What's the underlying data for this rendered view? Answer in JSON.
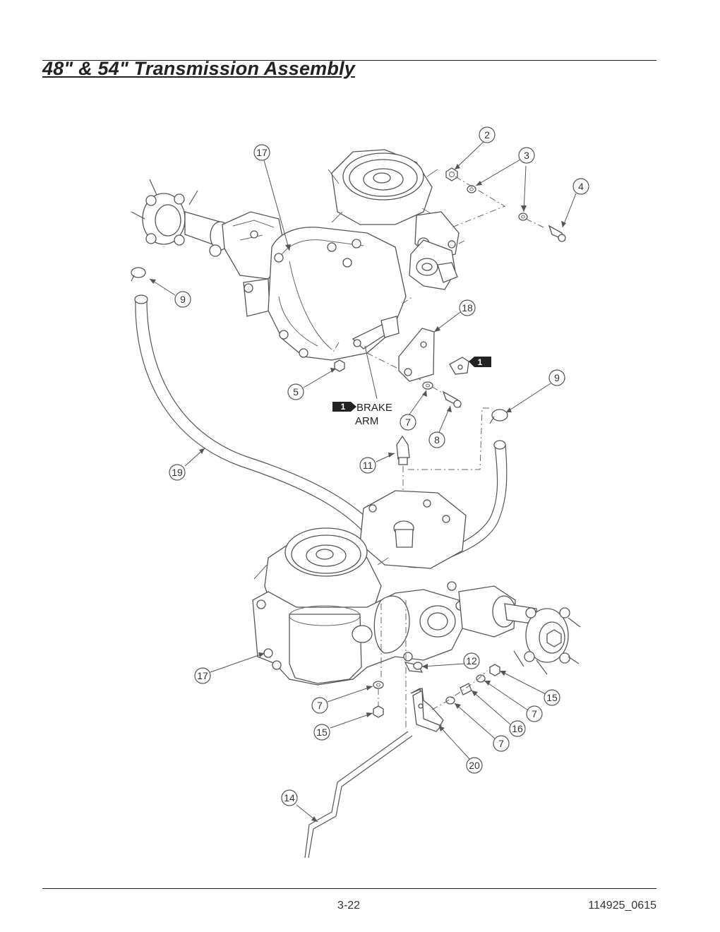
{
  "page": {
    "title": "48\" & 54\" Transmission Assembly",
    "page_number": "3-22",
    "doc_code": "114925_0615"
  },
  "diagram": {
    "callouts": [
      {
        "id": "c2",
        "label": "2"
      },
      {
        "id": "c3",
        "label": "3"
      },
      {
        "id": "c4",
        "label": "4"
      },
      {
        "id": "c17a",
        "label": "17"
      },
      {
        "id": "c9a",
        "label": "9"
      },
      {
        "id": "c18",
        "label": "18"
      },
      {
        "id": "c5",
        "label": "5"
      },
      {
        "id": "c7a",
        "label": "7"
      },
      {
        "id": "c8",
        "label": "8"
      },
      {
        "id": "c9b",
        "label": "9"
      },
      {
        "id": "c11",
        "label": "11"
      },
      {
        "id": "c19",
        "label": "19"
      },
      {
        "id": "c12",
        "label": "12"
      },
      {
        "id": "c17b",
        "label": "17"
      },
      {
        "id": "c7b",
        "label": "7"
      },
      {
        "id": "c15a",
        "label": "15"
      },
      {
        "id": "c15b",
        "label": "15"
      },
      {
        "id": "c7c",
        "label": "7"
      },
      {
        "id": "c16",
        "label": "16"
      },
      {
        "id": "c7d",
        "label": "7"
      },
      {
        "id": "c20",
        "label": "20"
      },
      {
        "id": "c14",
        "label": "14"
      }
    ],
    "note_badge": "1",
    "brake_arm": {
      "badge": "1",
      "line1": "BRAKE",
      "line2": "ARM"
    }
  }
}
